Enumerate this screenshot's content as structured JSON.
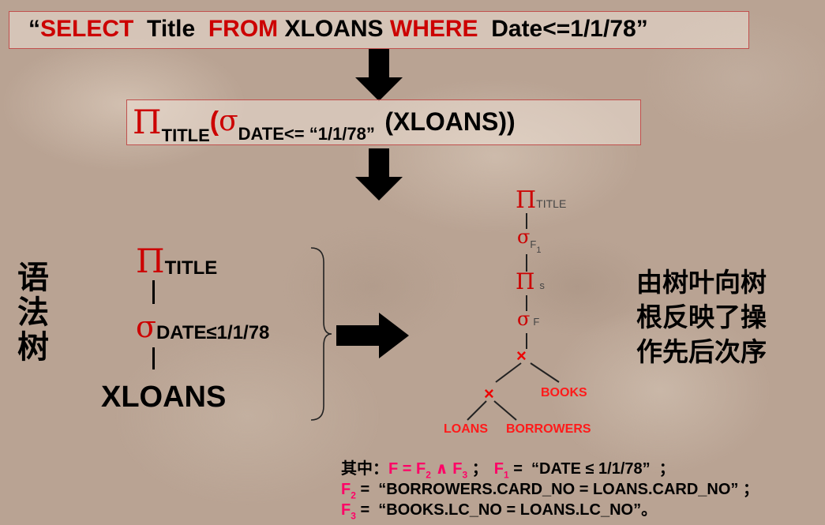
{
  "sql": {
    "open_quote": "“",
    "select": "SELECT",
    "title": "Title",
    "from": "FROM",
    "table": "XLOANS",
    "where": "WHERE",
    "cond": "Date<=1/1/78",
    "close_quote": "”"
  },
  "relational_algebra": {
    "pi": "Π",
    "pi_sub": "TITLE",
    "open_paren": "(",
    "sigma": "σ",
    "sigma_sub": "DATE<= “1/1/78”",
    "rest": "(XLOANS))"
  },
  "left_label": [
    "语",
    "法",
    "树"
  ],
  "syntax_tree": {
    "pi": "Π",
    "pi_sub": "TITLE",
    "bar": "|",
    "sigma": "σ",
    "sigma_sub": "DATE≤1/1/78",
    "leaf": "XLOANS"
  },
  "query_tree": {
    "pi_top": "Π",
    "pi_top_sub": "TITLE",
    "sigma1": "σ",
    "sigma1_sub": "F",
    "sigma1_subsub": "1",
    "pi_s": "Π",
    "pi_s_sub": "s",
    "sigma_f": "σ",
    "sigma_f_sub": "F",
    "join_top": "×",
    "join_inner": "×",
    "books": "BOOKS",
    "loans": "LOANS",
    "borrowers": "BORROWERS"
  },
  "right_text": [
    "由树叶向树",
    "根反映了操",
    "作先后次序"
  ],
  "notes": {
    "line1_prefix": "其中：",
    "f_def": "F = F",
    "f_sub2": "2",
    "and": " ∧ F",
    "f_sub3": "3",
    "sep1": " ；",
    "f1": "F",
    "f1_sub": "1",
    "f1_eq": " =  “DATE ≤ 1/1/78”  ；",
    "f2": "F",
    "f2_sub": "2",
    "f2_eq": " =  “BORROWERS.CARD_NO = LOANS.CARD_NO” ；",
    "f3": "F",
    "f3_sub": "3",
    "f3_eq": " =  “BOOKS.LC_NO = LOANS.LC_NO”。"
  },
  "colors": {
    "keyword_red": "#cc0000",
    "formula_pink": "#ff0066",
    "box_border": "#c0504d"
  }
}
